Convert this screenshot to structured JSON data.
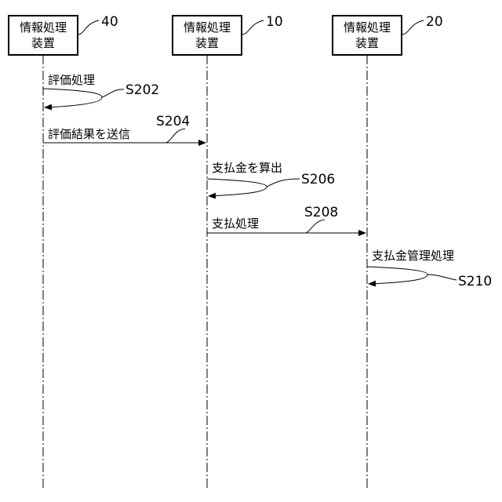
{
  "participants": [
    {
      "id": "p40",
      "line1": "情報処理",
      "line2": "装置",
      "ref": "40"
    },
    {
      "id": "p10",
      "line1": "情報処理",
      "line2": "装置",
      "ref": "10"
    },
    {
      "id": "p20",
      "line1": "情報処理",
      "line2": "装置",
      "ref": "20"
    }
  ],
  "steps": [
    {
      "label": "評価処理",
      "step": "S202"
    },
    {
      "label": "評価結果を送信",
      "step": "S204"
    },
    {
      "label": "支払金を算出",
      "step": "S206"
    },
    {
      "label": "支払処理",
      "step": "S208"
    },
    {
      "label": "支払金管理処理",
      "step": "S210"
    }
  ]
}
